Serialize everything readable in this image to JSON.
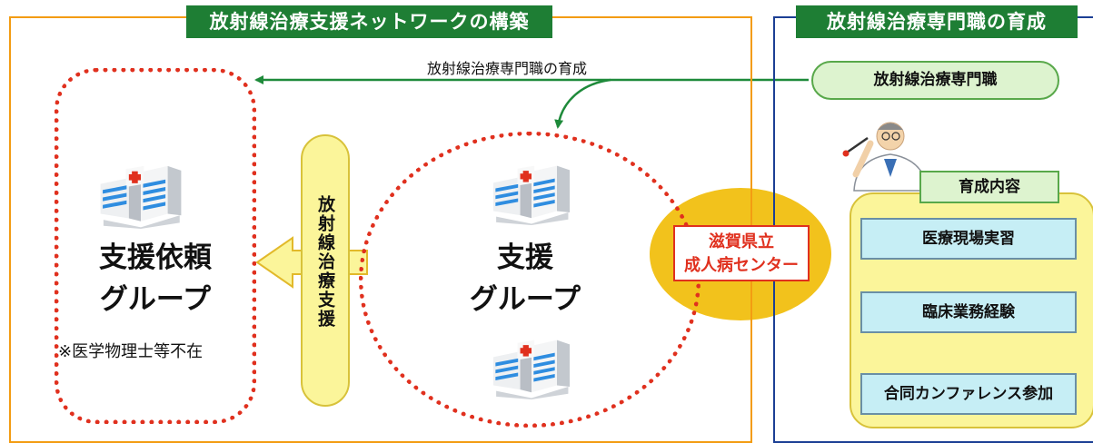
{
  "left_section": {
    "title": "放射線治療支援ネットワークの構築",
    "request_group": {
      "line1": "支援依頼",
      "line2": "グループ",
      "note": "※医学物理士等不在"
    },
    "support_group": {
      "line1": "支援",
      "line2": "グループ"
    },
    "support_arrow_label": "放射線治療支援",
    "training_arrow_label": "放射線治療専門職の育成"
  },
  "center": {
    "line1": "滋賀県立",
    "line2": "成人病センター"
  },
  "right_section": {
    "title": "放射線治療専門職の育成",
    "specialist_label": "放射線治療専門職",
    "content_title": "育成内容",
    "items": [
      "医療現場実習",
      "臨床業務経験",
      "合同カンファレンス参加"
    ]
  },
  "colors": {
    "header_green": "#1e7e34",
    "dotted_red": "#e0301e",
    "frame_orange": "#f39c12",
    "frame_blue": "#1c3f94",
    "center_yellow": "#f2c21c",
    "arrow_green": "#1e8a3a",
    "pill_yellow": "#fbf59a",
    "item_cyan": "#c6eef5"
  },
  "icons": [
    "hospital-building-icon",
    "doctor-with-pointer-icon",
    "block-arrow-left-icon",
    "curved-arrow-icon"
  ]
}
